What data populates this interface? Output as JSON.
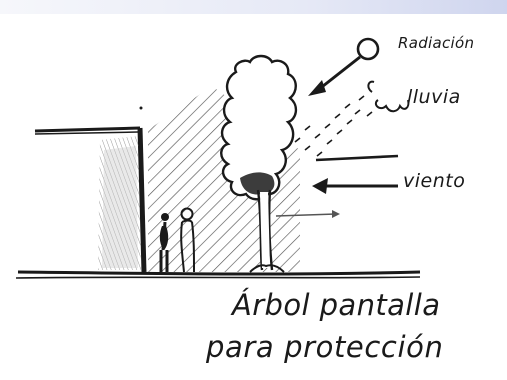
{
  "labels": {
    "radiacion": "Radiación",
    "lluvia": "lluvia",
    "viento": "viento",
    "caption_line1": "Árbol pantalla",
    "caption_line2": "para protección"
  },
  "colors": {
    "ink": "#1a1a1a",
    "hatch": "#555555",
    "shade": "#bdbdbd"
  }
}
